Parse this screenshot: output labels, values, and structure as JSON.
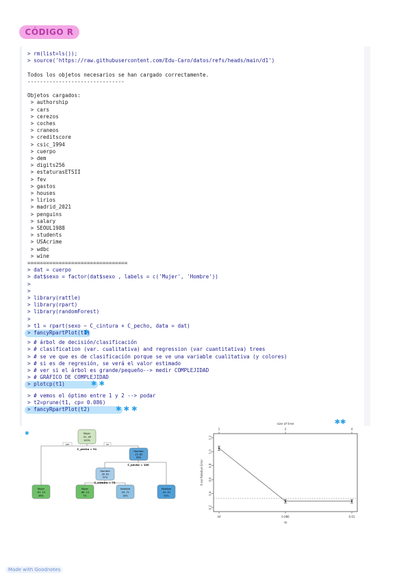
{
  "title": "CÓDIGO R",
  "console": {
    "lines": [
      {
        "text": "> rm(list=ls());",
        "type": "cmd"
      },
      {
        "text": "> source('https://raw.githubusercontent.com/Edu-Caro/datos/refs/heads/main/d1')",
        "type": "cmd"
      },
      {
        "text": "",
        "type": "out"
      },
      {
        "text": "Todos los objetos necesarios se han cargado correctamente.",
        "type": "out"
      },
      {
        "text": "-------------------------------",
        "type": "out"
      },
      {
        "text": "",
        "type": "out"
      },
      {
        "text": "Objetos cargados:",
        "type": "out"
      },
      {
        "text": " > authorship",
        "type": "out"
      },
      {
        "text": " > cars",
        "type": "out"
      },
      {
        "text": " > cerezos",
        "type": "out"
      },
      {
        "text": " > coches",
        "type": "out"
      },
      {
        "text": " > craneos",
        "type": "out"
      },
      {
        "text": " > creditscore",
        "type": "out"
      },
      {
        "text": " > csic_1994",
        "type": "out"
      },
      {
        "text": " > cuerpo",
        "type": "out"
      },
      {
        "text": " > dem",
        "type": "out"
      },
      {
        "text": " > digits256",
        "type": "out"
      },
      {
        "text": " > estaturasETSII",
        "type": "out"
      },
      {
        "text": " > fev",
        "type": "out"
      },
      {
        "text": " > gastos",
        "type": "out"
      },
      {
        "text": " > houses",
        "type": "out"
      },
      {
        "text": " > lirios",
        "type": "out"
      },
      {
        "text": " > madrid_2021",
        "type": "out"
      },
      {
        "text": " > penguins",
        "type": "out"
      },
      {
        "text": " > salary",
        "type": "out"
      },
      {
        "text": " > SEOUL1988",
        "type": "out"
      },
      {
        "text": " > students",
        "type": "out"
      },
      {
        "text": " > USAcrime",
        "type": "out"
      },
      {
        "text": " > wdbc",
        "type": "out"
      },
      {
        "text": " > wine",
        "type": "out"
      },
      {
        "text": "================================",
        "type": "out"
      },
      {
        "text": "> dat = cuerpo",
        "type": "cmd"
      },
      {
        "text": "> dat$sexo = factor(dat$sexo , labels = c('Mujer', 'Hombre'))",
        "type": "cmd"
      },
      {
        "text": ">",
        "type": "cmd"
      },
      {
        "text": ">",
        "type": "cmd"
      },
      {
        "text": "> library(rattle)",
        "type": "cmd"
      },
      {
        "text": "> library(rpart)",
        "type": "cmd"
      },
      {
        "text": "> library(randomForest)",
        "type": "cmd"
      },
      {
        "text": ">",
        "type": "cmd"
      },
      {
        "text": "> t1 = rpart(sexo ~ C_cintura + C_pecho, data = dat)",
        "type": "cmd"
      },
      {
        "text": "> fancyRpartPlot(t1)",
        "type": "cmd"
      },
      {
        "text": "> # árbol de decisión/clasificación",
        "type": "cmd"
      },
      {
        "text": "> # clasification (var. cualitativa) and regression (var cuantitativa) trees",
        "type": "cmd"
      },
      {
        "text": "> # se ve que es de clasificación porque se ve una variable cualitativa (y colores)",
        "type": "cmd"
      },
      {
        "text": "> # si es de regresión, se verá el valor estimado",
        "type": "cmd"
      },
      {
        "text": "> # ver si el árbol es grande/pequeño--> medir COMPLEJIDAD",
        "type": "cmd"
      },
      {
        "text": "> # GRÁFICO DE COMPLEJIDAD",
        "type": "cmd"
      },
      {
        "text": "> plotcp(t1)",
        "type": "cmd"
      },
      {
        "text": "> # vemos el óptimo entre 1 y 2 --> podar",
        "type": "cmd"
      },
      {
        "text": "> t2=prune(t1, cp= 0.086)",
        "type": "cmd"
      },
      {
        "text": "> fancyRpartPlot(t2)",
        "type": "cmd"
      }
    ]
  },
  "tree": {
    "root": {
      "label": "Mujer",
      "vals": ".51 .49",
      "pct": "100%"
    },
    "split1": {
      "label": "C_pecho < 91",
      "yes": "yes",
      "no": "no"
    },
    "node_right": {
      "label": "Hombre",
      "vals": ".15 .85",
      "pct": "50%"
    },
    "split2": {
      "label": "C_pecho < 100"
    },
    "node_mid": {
      "label": "Hombre",
      "vals": ".39 .61",
      "pct": "21%"
    },
    "split3": {
      "label": "C_cintura < 73"
    },
    "leaves": [
      {
        "label": "Mujer",
        "vals": ".87 .13",
        "pct": "48%",
        "color": "#6fbf6a"
      },
      {
        "label": "Mujer",
        "vals": ".86 .14",
        "pct": "7%",
        "color": "#6fbf6a"
      },
      {
        "label": "Hombre",
        "vals": ".29 .71",
        "pct": "14%",
        "color": "#8ec2e4"
      },
      {
        "label": "Hombre",
        "vals": ".03 .97",
        "pct": "31%",
        "color": "#4f9fd8"
      }
    ],
    "colors": {
      "root": "#cfe6c1",
      "node_right": "#5ba3d8",
      "node_mid": "#a8cdea"
    }
  },
  "chart_data": {
    "type": "line",
    "title": "size of tree",
    "xlabel": "cp",
    "ylabel": "X-val Relative Error",
    "top_ticks": [
      "1",
      "2",
      "4"
    ],
    "categories": [
      "Inf",
      "0.086",
      "0.01"
    ],
    "values": [
      1.05,
      0.29,
      0.29
    ],
    "error": [
      0.03,
      0.025,
      0.025
    ],
    "ylim": [
      0.2,
      1.2
    ],
    "yticks": [
      "0.2",
      "0.4",
      "0.6",
      "0.8",
      "1.0",
      "1.2"
    ],
    "hline": 0.33
  },
  "footer": {
    "badge": "Made with Goodnotes"
  },
  "colors": {
    "highlight": "#bde3fb",
    "accent": "#f4a7e6",
    "code": "#1f1f8f"
  }
}
